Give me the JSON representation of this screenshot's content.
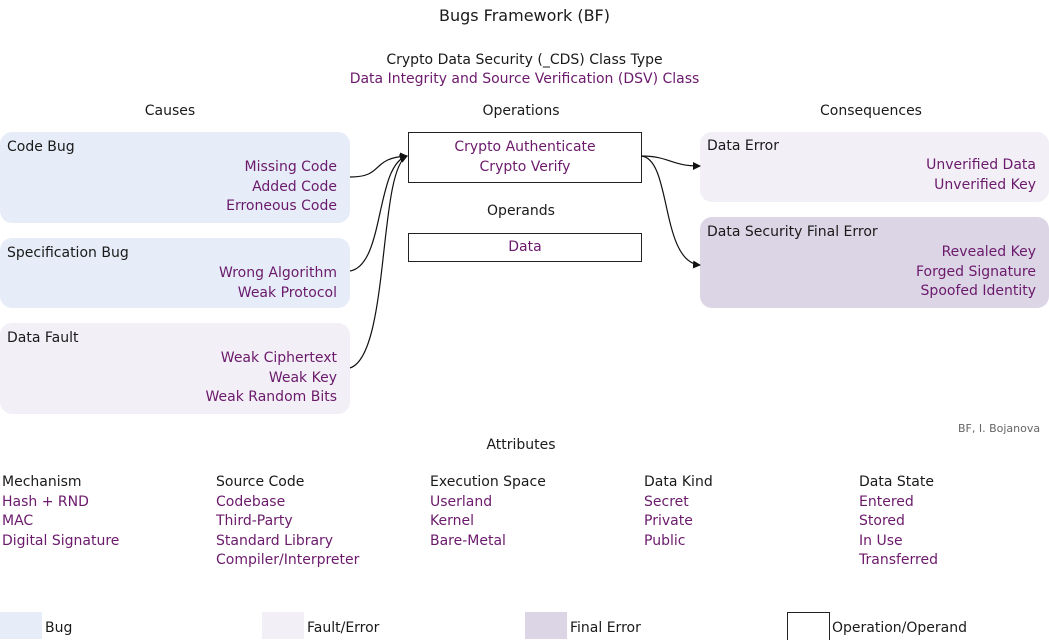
{
  "title": "Bugs Framework (BF)",
  "class_type": "Crypto Data Security (_CDS) Class Type",
  "class_name": "Data Integrity and Source Verification (DSV) Class",
  "columns": {
    "causes": "Causes",
    "operations": "Operations",
    "operands": "Operands",
    "consequences": "Consequences"
  },
  "causes": [
    {
      "title": "Code Bug",
      "items": [
        "Missing Code",
        "Added Code",
        "Erroneous Code"
      ],
      "kind": "bug"
    },
    {
      "title": "Specification Bug",
      "items": [
        "Wrong Algorithm",
        "Weak Protocol"
      ],
      "kind": "bug"
    },
    {
      "title": "Data Fault",
      "items": [
        "Weak Ciphertext",
        "Weak Key",
        "Weak Random Bits"
      ],
      "kind": "fault"
    }
  ],
  "operations": [
    "Crypto Authenticate",
    "Crypto Verify"
  ],
  "operands": [
    "Data"
  ],
  "consequences": [
    {
      "title": "Data Error",
      "items": [
        "Unverified Data",
        "Unverified Key"
      ],
      "kind": "fault"
    },
    {
      "title": "Data Security Final Error",
      "items": [
        "Revealed Key",
        "Forged Signature",
        "Spoofed Identity"
      ],
      "kind": "final"
    }
  ],
  "credit": "BF, I. Bojanova",
  "attributes": {
    "heading": "Attributes",
    "groups": [
      {
        "title": "Mechanism",
        "items": [
          "Hash + RND",
          "MAC",
          "Digital Signature"
        ]
      },
      {
        "title": "Source Code",
        "items": [
          "Codebase",
          "Third-Party",
          "Standard Library",
          "Compiler/Interpreter"
        ]
      },
      {
        "title": "Execution Space",
        "items": [
          "Userland",
          "Kernel",
          "Bare-Metal"
        ]
      },
      {
        "title": "Data Kind",
        "items": [
          "Secret",
          "Private",
          "Public"
        ]
      },
      {
        "title": "Data State",
        "items": [
          "Entered",
          "Stored",
          "In Use",
          "Transferred"
        ]
      }
    ]
  },
  "legend": [
    {
      "label": "Bug",
      "color": "#e6edf8"
    },
    {
      "label": "Fault/Error",
      "color": "#f2eff6"
    },
    {
      "label": "Final Error",
      "color": "#dcd5e6"
    },
    {
      "label": "Operation/Operand",
      "color": "#ffffff"
    }
  ],
  "colors": {
    "value_text": "#6b1a6b",
    "label_text": "#1a1a1a",
    "bug": "#e6edf8",
    "fault": "#f2eff6",
    "final": "#dcd5e6"
  }
}
